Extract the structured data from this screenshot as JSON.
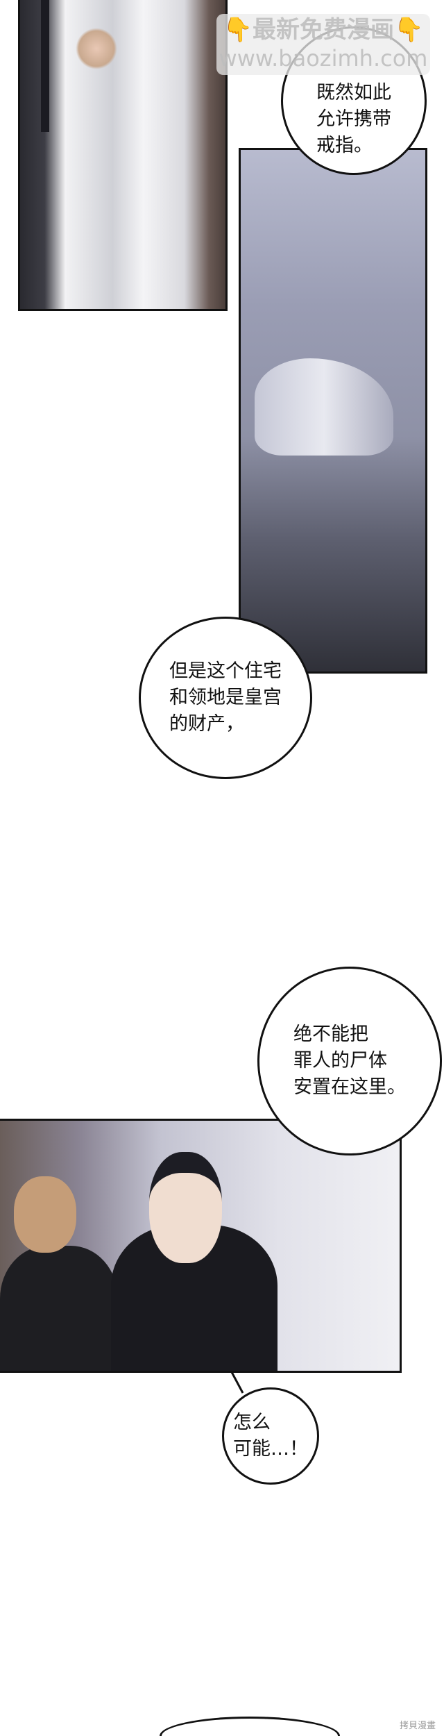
{
  "watermark_top": {
    "line1": "最新免费漫画",
    "line2": "www.baozimh.com",
    "icon": "pointing-down-hand-icon"
  },
  "bubbles": [
    {
      "lines": [
        "既然如此",
        "允许携带",
        "戒指。"
      ]
    },
    {
      "lines": [
        "但是这个住宅",
        "和领地是皇宫",
        "的财产，"
      ]
    },
    {
      "lines": [
        "绝不能把",
        "罪人的尸体",
        "安置在这里。"
      ]
    },
    {
      "lines": [
        "怎么",
        "可能…！"
      ]
    }
  ],
  "watermark_bottom": "拷貝漫畫",
  "colors": {
    "ink": "#111111",
    "suit": "#e8e8ea",
    "boot": "#8f93a8"
  }
}
